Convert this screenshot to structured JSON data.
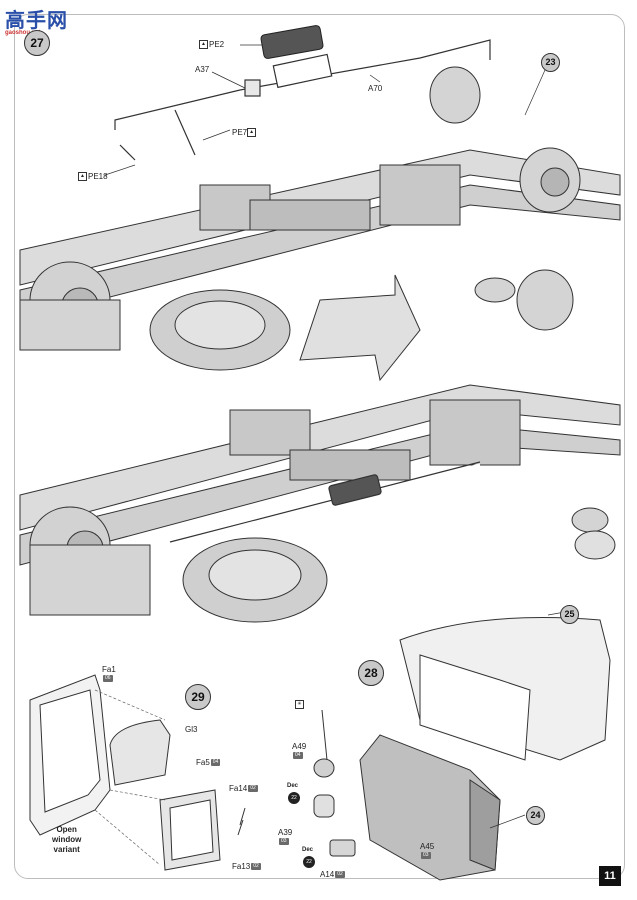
{
  "watermark": {
    "text": "高手网",
    "url": "gaoshou.net"
  },
  "page_number": "11",
  "steps": {
    "step_a": "27",
    "step_b": "28",
    "step_c": "29",
    "ref_23": "23",
    "ref_24": "24",
    "ref_25": "25"
  },
  "parts": {
    "pe2": "PE2",
    "a37": "A37",
    "a70": "A70",
    "pe7": "PE7",
    "pe18": "PE18",
    "fa1": "Fa1",
    "fa1_tag": "06",
    "gi3": "Gl3",
    "fa5": "Fa5",
    "fa5_tag": "04",
    "fa14": "Fa14",
    "fa14_tag": "02",
    "fa13": "Fa13",
    "fa13_tag": "02",
    "a49": "A49",
    "a49_tag": "04",
    "a39": "A39",
    "a39_tag": "03",
    "a45": "A45",
    "a45_tag": "03",
    "a14": "A14",
    "a14_tag": "02",
    "dec": "Dec",
    "dec_a": "22",
    "dec_b": "22"
  },
  "variant_note": {
    "line1": "Open",
    "line2": "window",
    "line3": "variant"
  },
  "colors": {
    "body_grey": "#d9d9d9",
    "dark_part": "#555555",
    "line": "#333333"
  }
}
